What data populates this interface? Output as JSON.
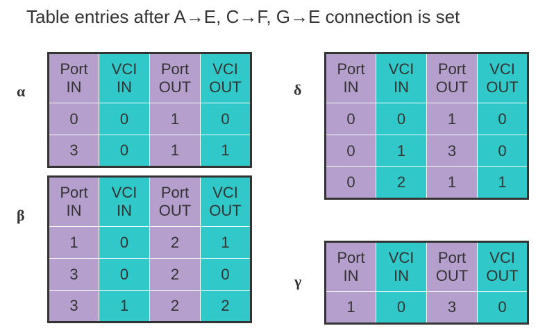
{
  "title": "Table entries after A→E, C→F, G→E connection is set",
  "columns": {
    "port_in": [
      "Port",
      "IN"
    ],
    "vci_in": [
      "VCI",
      "IN"
    ],
    "port_out": [
      "Port",
      "OUT"
    ],
    "vci_out": [
      "VCI",
      "OUT"
    ]
  },
  "colors": {
    "port_column": "#b49fcd",
    "vci_column": "#30c8c8",
    "border": "#333333"
  },
  "tables": {
    "alpha": {
      "label": "α",
      "rows": [
        [
          "0",
          "0",
          "1",
          "0"
        ],
        [
          "3",
          "0",
          "1",
          "1"
        ]
      ]
    },
    "beta": {
      "label": "β",
      "rows": [
        [
          "1",
          "0",
          "2",
          "1"
        ],
        [
          "3",
          "0",
          "2",
          "0"
        ],
        [
          "3",
          "1",
          "2",
          "2"
        ]
      ]
    },
    "delta": {
      "label": "δ",
      "rows": [
        [
          "0",
          "0",
          "1",
          "0"
        ],
        [
          "0",
          "1",
          "3",
          "0"
        ],
        [
          "0",
          "2",
          "1",
          "1"
        ]
      ]
    },
    "gamma": {
      "label": "γ",
      "rows": [
        [
          "1",
          "0",
          "3",
          "0"
        ]
      ]
    }
  }
}
